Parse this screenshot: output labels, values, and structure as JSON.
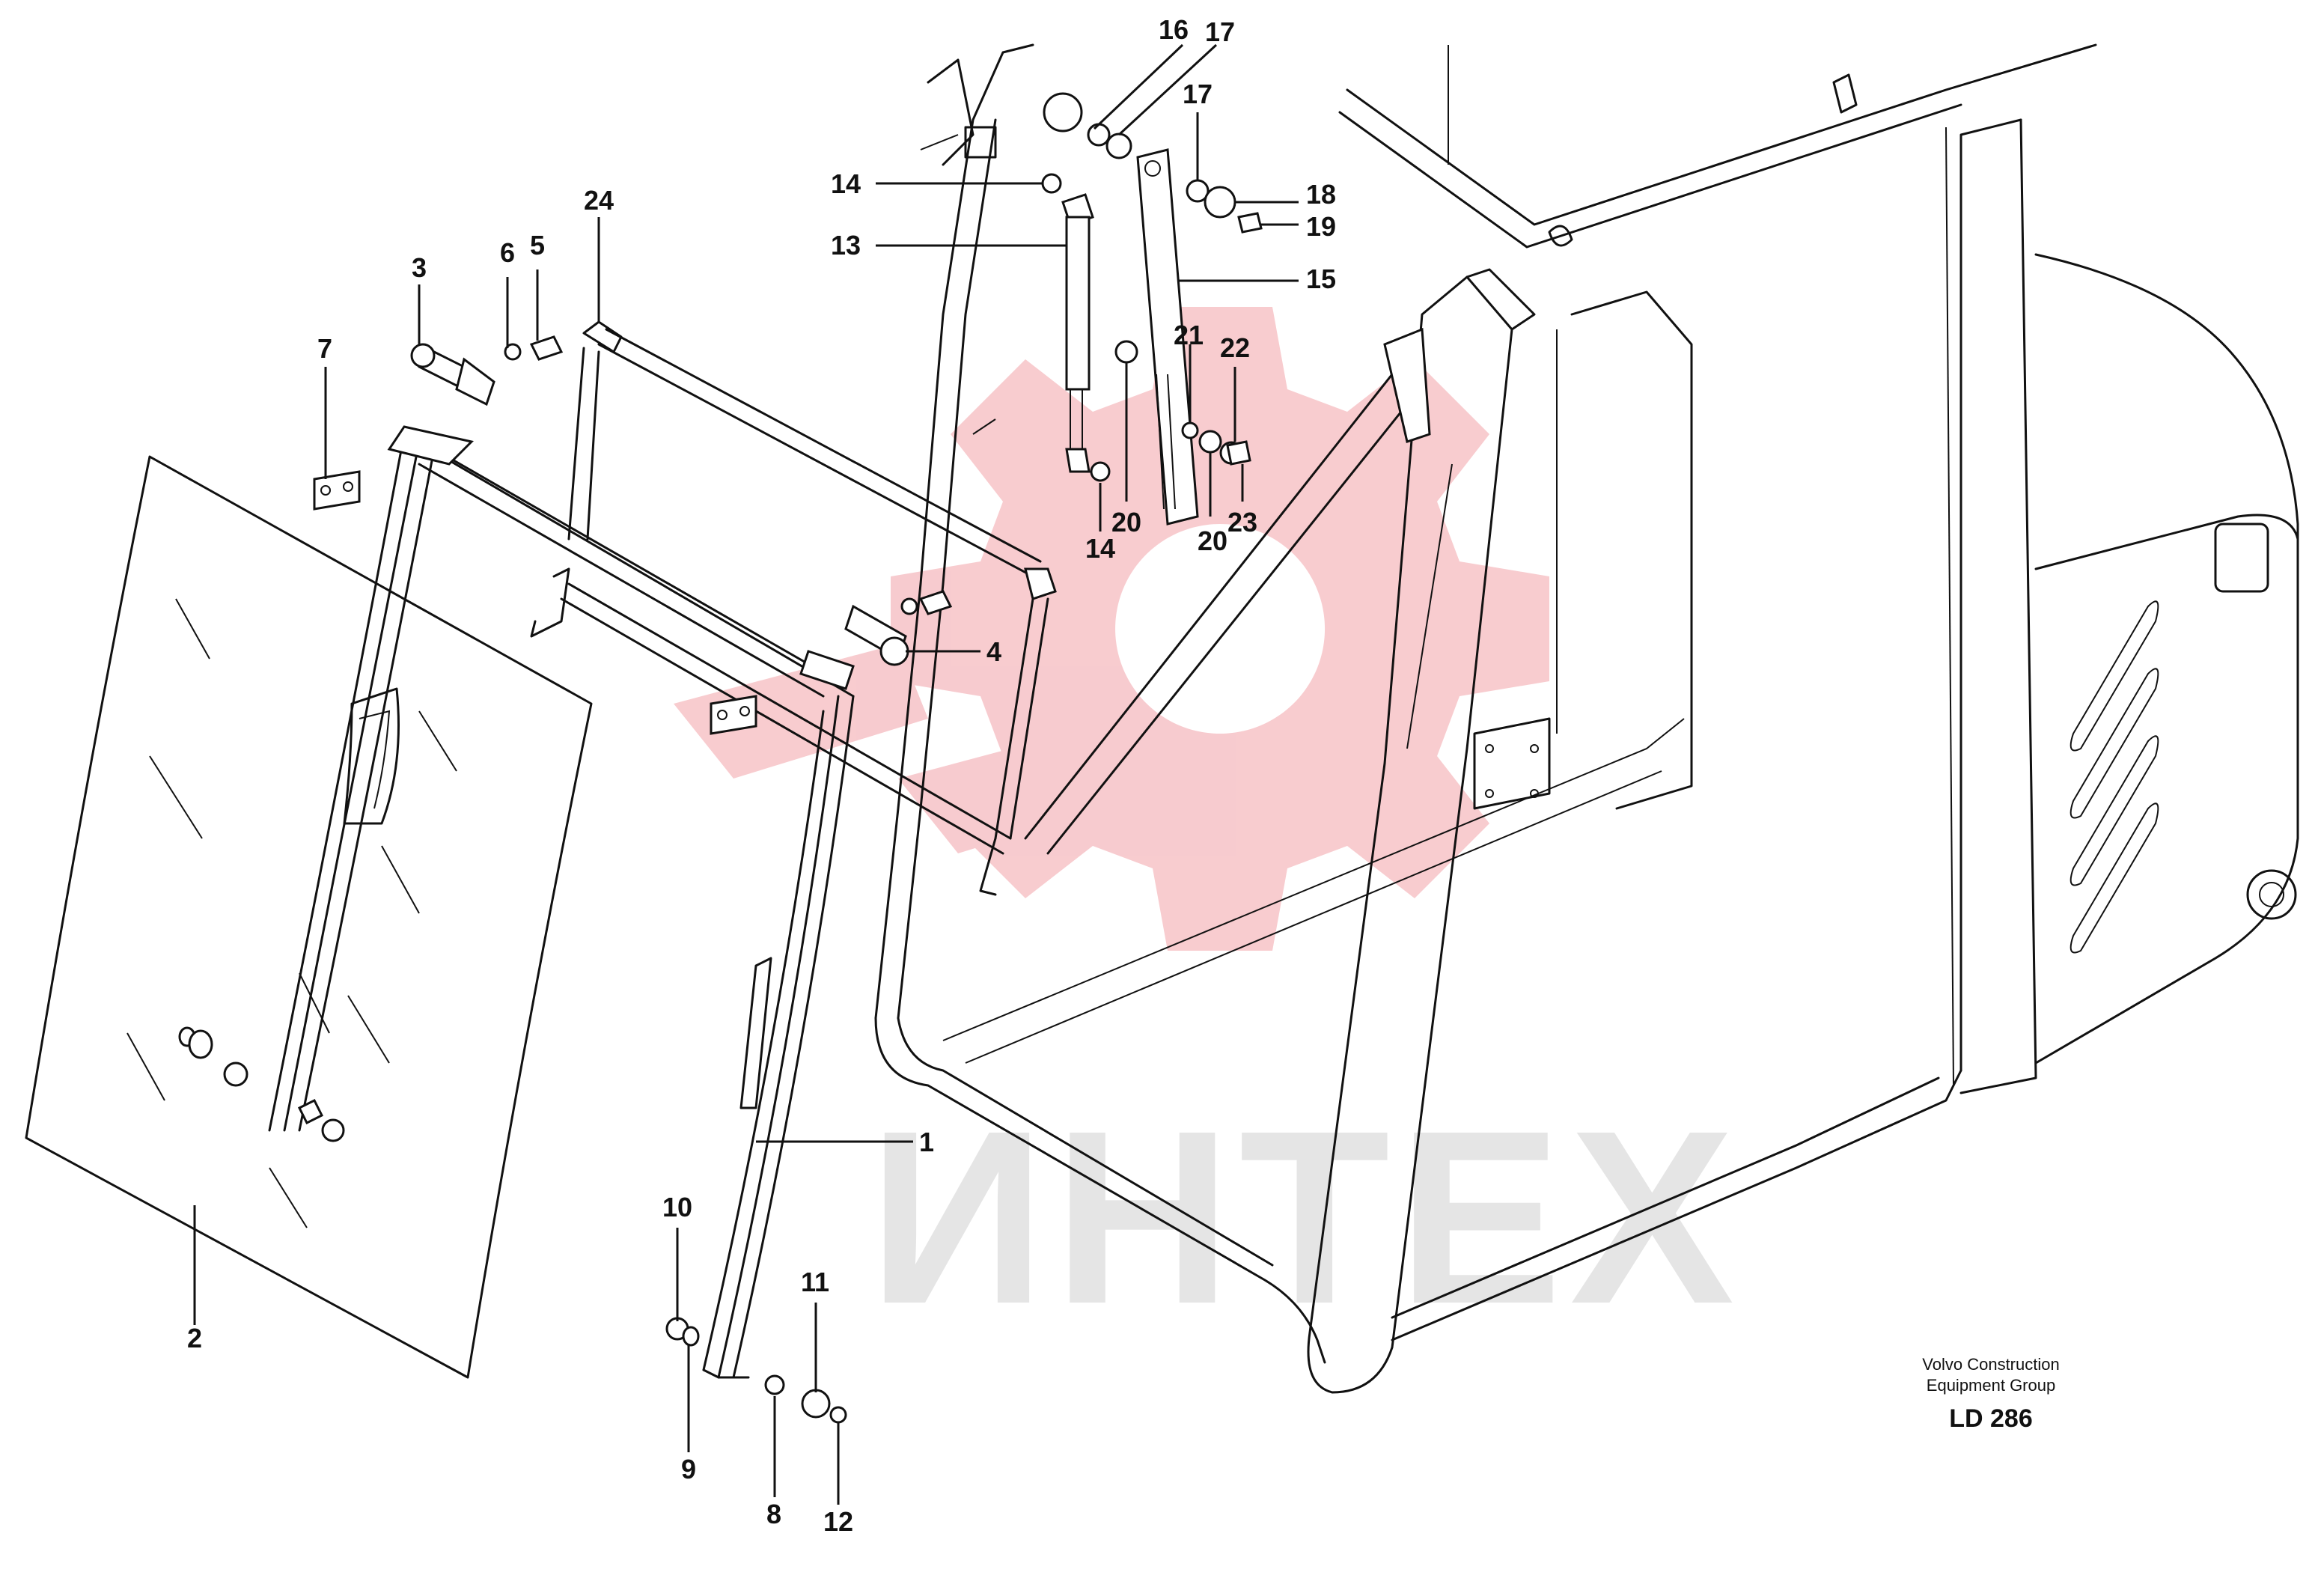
{
  "callouts": {
    "c1": "1",
    "c2": "2",
    "c3": "3",
    "c4": "4",
    "c5": "5",
    "c6": "6",
    "c7": "7",
    "c8": "8",
    "c9": "9",
    "c10": "10",
    "c11": "11",
    "c12": "12",
    "c13": "13",
    "c14a": "14",
    "c14b": "14",
    "c15": "15",
    "c16": "16",
    "c17a": "17",
    "c17b": "17",
    "c18": "18",
    "c19": "19",
    "c20a": "20",
    "c20b": "20",
    "c21": "21",
    "c22": "22",
    "c23": "23",
    "c24": "24"
  },
  "watermark": {
    "text": "ИНТЕХ",
    "color": "#e8616b"
  },
  "footer": {
    "brand_line1": "Volvo Construction",
    "brand_line2": "Equipment Group",
    "drawing_code": "LD 286"
  },
  "colors": {
    "ink": "#111111",
    "watermark_gear": "#f2a3a8",
    "watermark_text": "#d0d0d0"
  }
}
